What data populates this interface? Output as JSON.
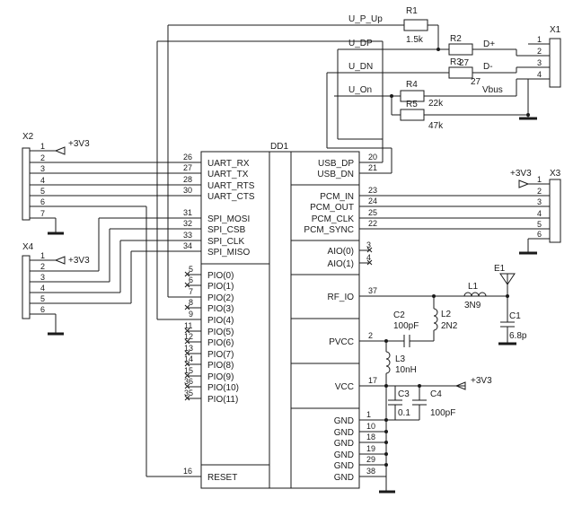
{
  "chip": {
    "name": "DD1",
    "left_pins": [
      {
        "num": "26",
        "label": "UART_RX"
      },
      {
        "num": "27",
        "label": "UART_TX"
      },
      {
        "num": "28",
        "label": "UART_RTS"
      },
      {
        "num": "30",
        "label": "UART_CTS"
      },
      {
        "num": "31",
        "label": "SPI_MOSI"
      },
      {
        "num": "32",
        "label": "SPI_CSB"
      },
      {
        "num": "33",
        "label": "SPI_CLK"
      },
      {
        "num": "34",
        "label": "SPI_MISO"
      },
      {
        "num": "5",
        "label": "PIO(0)"
      },
      {
        "num": "6",
        "label": "PIO(1)"
      },
      {
        "num": "7",
        "label": "PIO(2)"
      },
      {
        "num": "8",
        "label": "PIO(3)"
      },
      {
        "num": "9",
        "label": "PIO(4)"
      },
      {
        "num": "11",
        "label": "PIO(5)"
      },
      {
        "num": "12",
        "label": "PIO(6)"
      },
      {
        "num": "13",
        "label": "PIO(7)"
      },
      {
        "num": "14",
        "label": "PIO(8)"
      },
      {
        "num": "15",
        "label": "PIO(9)"
      },
      {
        "num": "36",
        "label": "PIO(10)"
      },
      {
        "num": "35",
        "label": "PIO(11)"
      },
      {
        "num": "16",
        "label": "RESET"
      }
    ],
    "right_pins": [
      {
        "num": "20",
        "label": "USB_DP"
      },
      {
        "num": "21",
        "label": "USB_DN"
      },
      {
        "num": "23",
        "label": "PCM_IN"
      },
      {
        "num": "24",
        "label": "PCM_OUT"
      },
      {
        "num": "25",
        "label": "PCM_CLK"
      },
      {
        "num": "22",
        "label": "PCM_SYNC"
      },
      {
        "num": "3",
        "label": "AIO(0)"
      },
      {
        "num": "4",
        "label": "AIO(1)"
      },
      {
        "num": "37",
        "label": "RF_IO"
      },
      {
        "num": "2",
        "label": "PVCC"
      },
      {
        "num": "17",
        "label": "VCC"
      }
    ],
    "gnd_pins": [
      "1",
      "10",
      "18",
      "19",
      "29",
      "38"
    ],
    "gnd_label": "GND"
  },
  "connectors": {
    "X1": {
      "name": "X1",
      "pins": [
        "1",
        "2",
        "3",
        "4"
      ]
    },
    "X2": {
      "name": "X2",
      "pins": [
        "1",
        "2",
        "3",
        "4",
        "5",
        "6",
        "7"
      ]
    },
    "X3": {
      "name": "X3",
      "pins": [
        "1",
        "2",
        "3",
        "4",
        "5",
        "6"
      ]
    },
    "X4": {
      "name": "X4",
      "pins": [
        "1",
        "2",
        "3",
        "4",
        "5",
        "6"
      ]
    }
  },
  "nets": {
    "u_p_up": "U_P_Up",
    "u_dp": "U_DP",
    "u_dn": "U_DN",
    "u_on": "U_On",
    "d_plus": "D+",
    "d_minus": "D-",
    "vbus": "Vbus",
    "v33": "+3V3"
  },
  "components": {
    "R1": {
      "ref": "R1",
      "value": "1.5k"
    },
    "R2": {
      "ref": "R2",
      "value": "27"
    },
    "R3": {
      "ref": "R3",
      "value": "27"
    },
    "R4": {
      "ref": "R4",
      "value": "22k"
    },
    "R5": {
      "ref": "R5",
      "value": "47k"
    },
    "L1": {
      "ref": "L1",
      "value": "3N9"
    },
    "L2": {
      "ref": "L2",
      "value": "2N2"
    },
    "L3": {
      "ref": "L3",
      "value": "10nH"
    },
    "C1": {
      "ref": "C1",
      "value": "6.8p"
    },
    "C2": {
      "ref": "C2",
      "value": "100pF"
    },
    "C3": {
      "ref": "C3",
      "value": "0.1"
    },
    "C4": {
      "ref": "C4",
      "value": "100pF"
    },
    "E1": {
      "ref": "E1"
    }
  }
}
